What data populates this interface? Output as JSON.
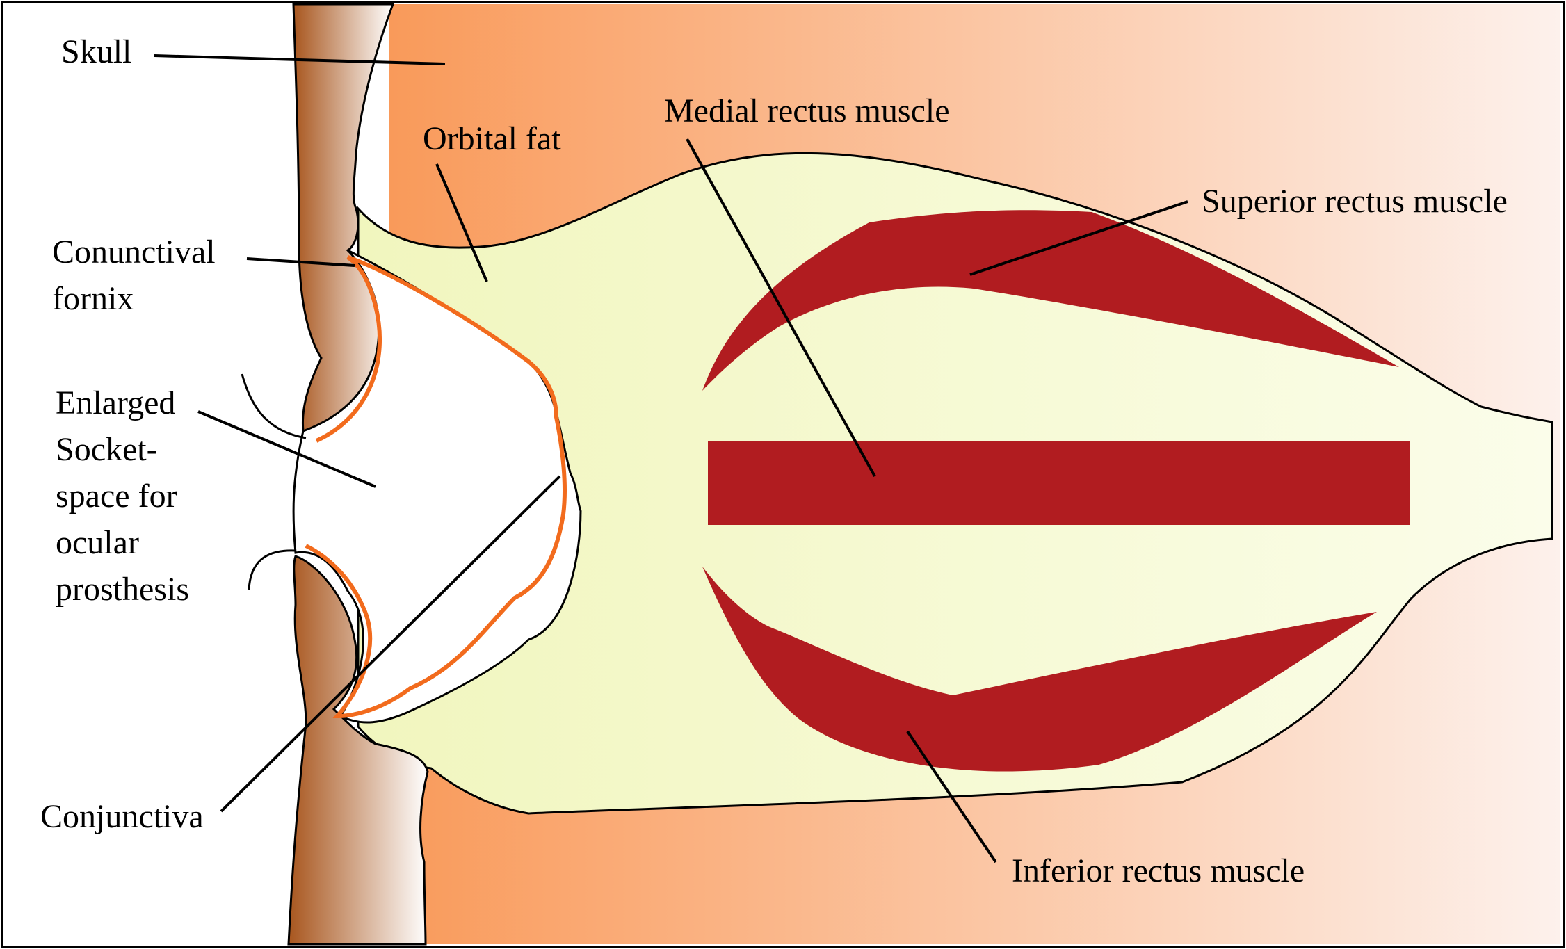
{
  "diagram": {
    "labels": {
      "skull": "Skull",
      "orbital_fat": "Orbital fat",
      "medial_rectus": "Medial rectus muscle",
      "superior_rectus": "Superior rectus muscle",
      "conjunctival_fornix": [
        "Conunctival",
        "fornix"
      ],
      "enlarged_socket": [
        "Enlarged",
        "Socket-",
        "space for",
        "ocular",
        "prosthesis"
      ],
      "conjunctiva": "Conjunctiva",
      "inferior_rectus": "Inferior rectus muscle"
    },
    "colors": {
      "bone_gradient_start": "#F99A5A",
      "bone_gradient_end": "#FDF1EC",
      "eyelid_dark": "#A8561E",
      "eyelid_light": "#FFFFFF",
      "orbital_fat": "#F4F8C9",
      "muscle": "#B11C20",
      "conjunctiva_line": "#F26B1D",
      "outline": "#000000"
    }
  }
}
